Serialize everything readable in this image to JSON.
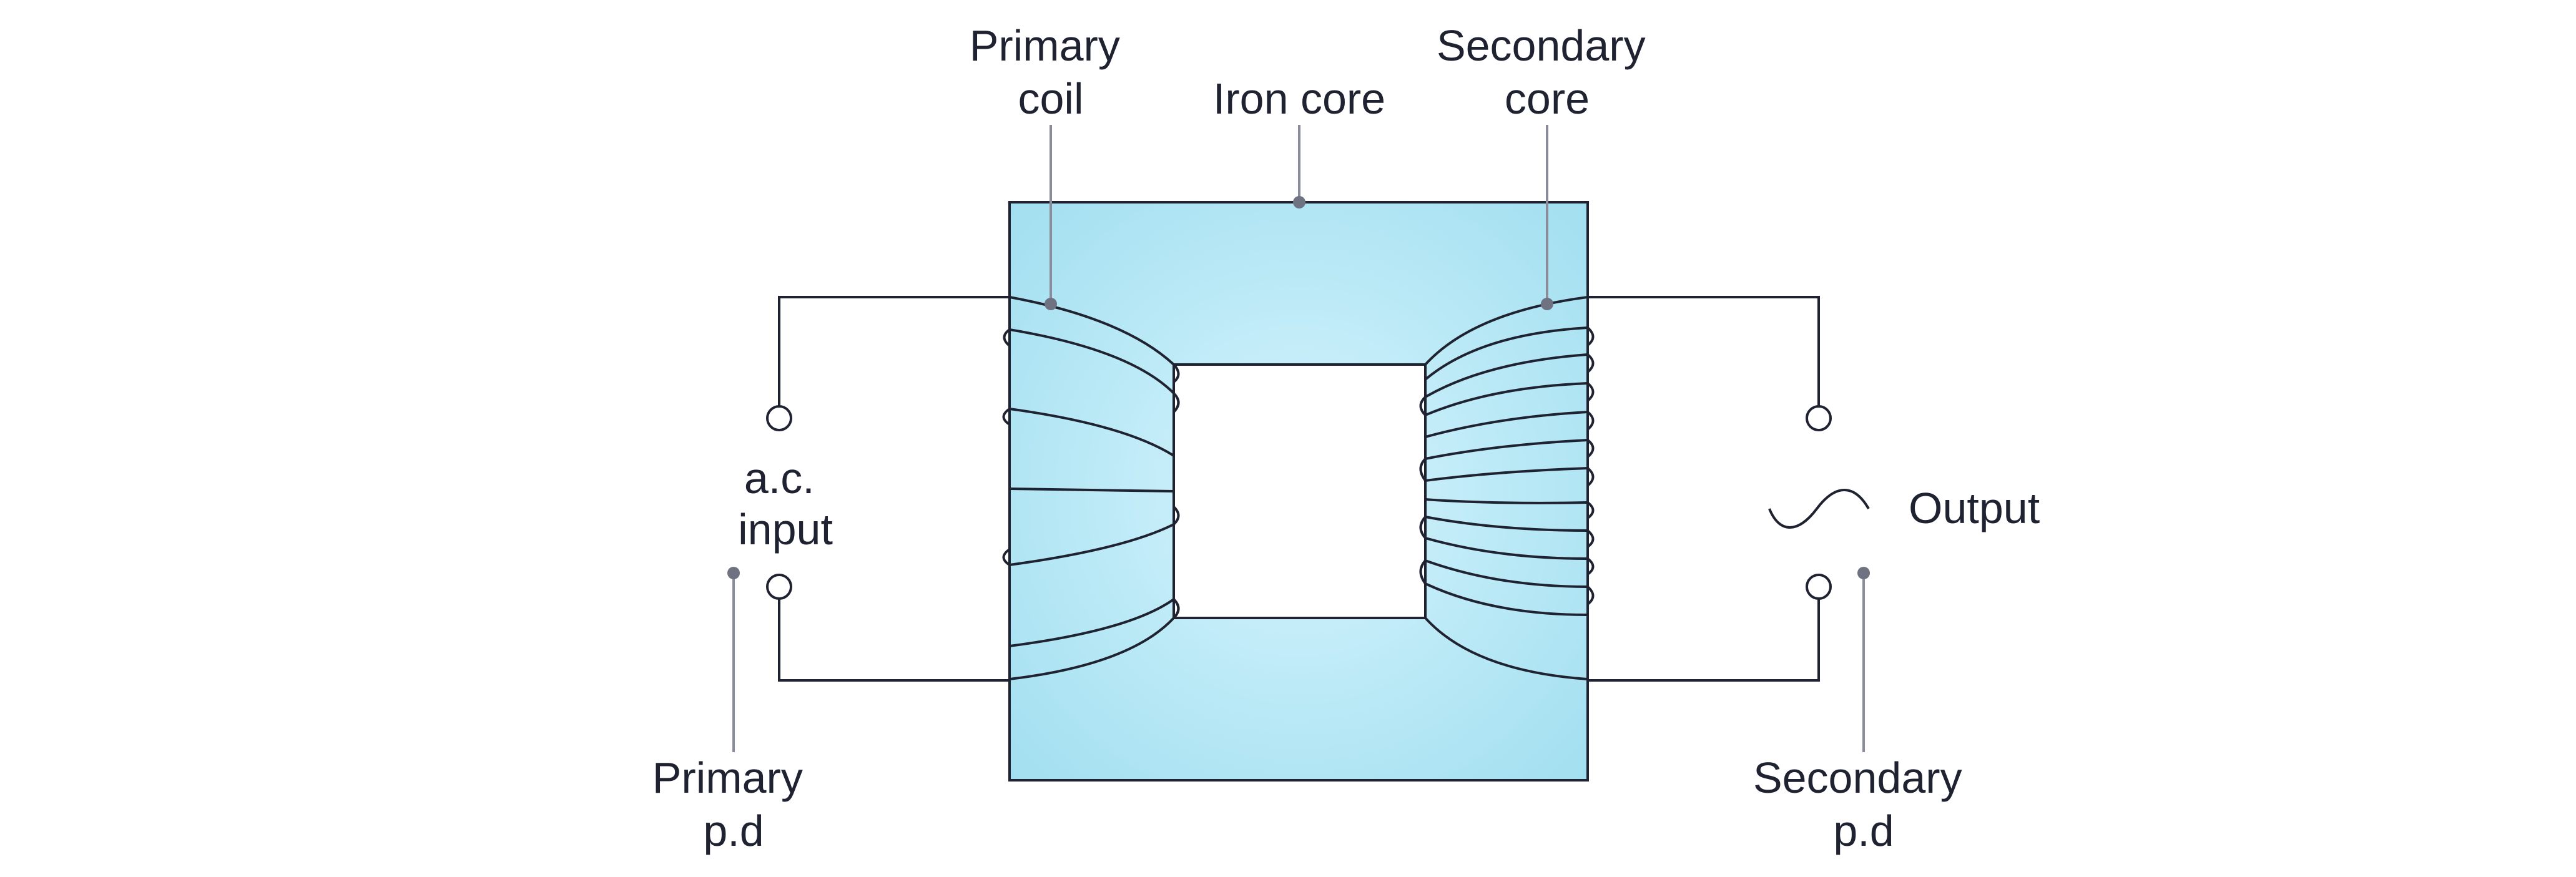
{
  "labels": {
    "primary_coil": [
      "Primary",
      "coil"
    ],
    "iron_core": "Iron core",
    "secondary_core": [
      "Secondary",
      "core"
    ],
    "ac_input": [
      "a.c.",
      "input"
    ],
    "output": "Output",
    "primary_pd": [
      "Primary",
      "p.d"
    ],
    "secondary_pd": [
      "Secondary",
      "p.d"
    ]
  },
  "colors": {
    "core_fill_light": "#d6f4fd",
    "core_fill_dark": "#a2dff0",
    "line": "#1f2230",
    "leader": "#8a8d99"
  },
  "components": {
    "primary_turns": 6,
    "secondary_turns": 13,
    "output_symbol": "ac-sine-icon"
  }
}
